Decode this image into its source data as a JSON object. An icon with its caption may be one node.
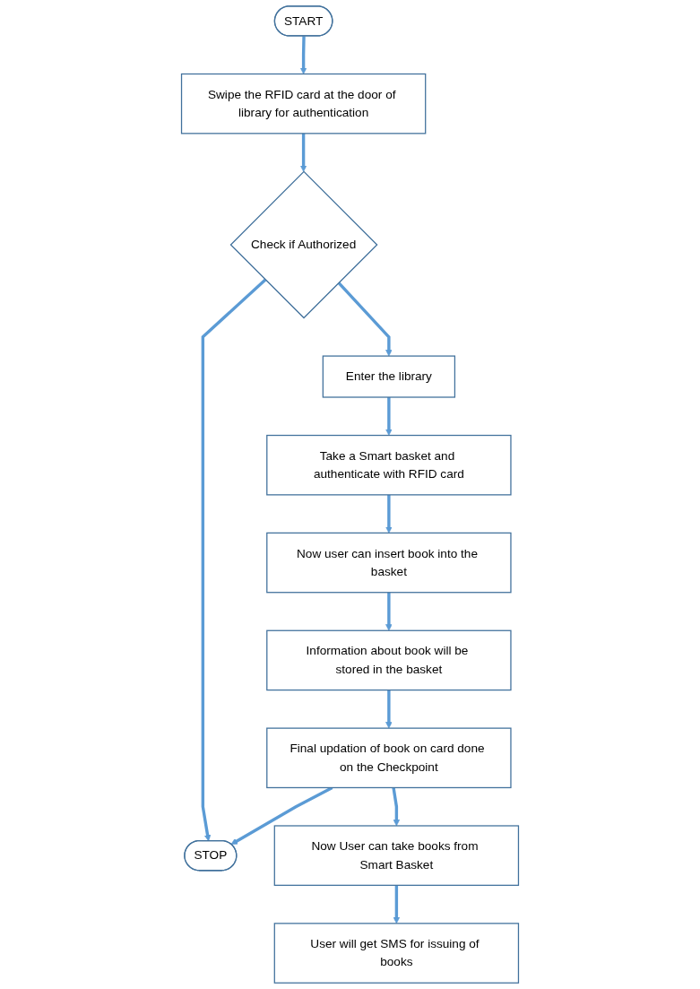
{
  "diagram": {
    "nodes": [
      {
        "text": [
          "START"
        ]
      },
      {
        "text": [
          "Swipe the RFID card at the door of library for authentication"
        ]
      },
      {
        "text": [
          "Check if Authorized"
        ]
      },
      {
        "text": [
          "STOP"
        ]
      },
      {
        "text": [
          "Enter the library"
        ]
      },
      {
        "text": [
          "Take a Smart basket and authenticate with RFID card"
        ]
      },
      {
        "text": [
          "Now user can insert book into the basket"
        ]
      },
      {
        "text": [
          "Information about book will be stored in the basket"
        ]
      },
      {
        "text": [
          "Final updation of book on card done on the Checkpoint"
        ]
      },
      {
        "text": [
          "Now User can take books from Smart Basket"
        ]
      },
      {
        "text": [
          "User will get SMS for issuing of books"
        ]
      }
    ],
    "edges": [
      {
        "from": 0,
        "to": 1,
        "arrow": "to"
      },
      {
        "from": 1,
        "to": 2,
        "arrow": "to"
      },
      {
        "from": 2,
        "to": 3,
        "arrow": "to"
      },
      {
        "from": 2,
        "to": 4,
        "arrow": "to"
      },
      {
        "from": 4,
        "to": 5,
        "arrow": "to"
      },
      {
        "from": 5,
        "to": 6,
        "arrow": "to"
      },
      {
        "from": 6,
        "to": 7,
        "arrow": "to"
      },
      {
        "from": 7,
        "to": 8,
        "arrow": "to"
      },
      {
        "from": 8,
        "to": 3,
        "arrow": "to"
      },
      {
        "from": 8,
        "to": 9,
        "arrow": "to"
      },
      {
        "from": 9,
        "to": 10,
        "arrow": "to"
      }
    ]
  }
}
